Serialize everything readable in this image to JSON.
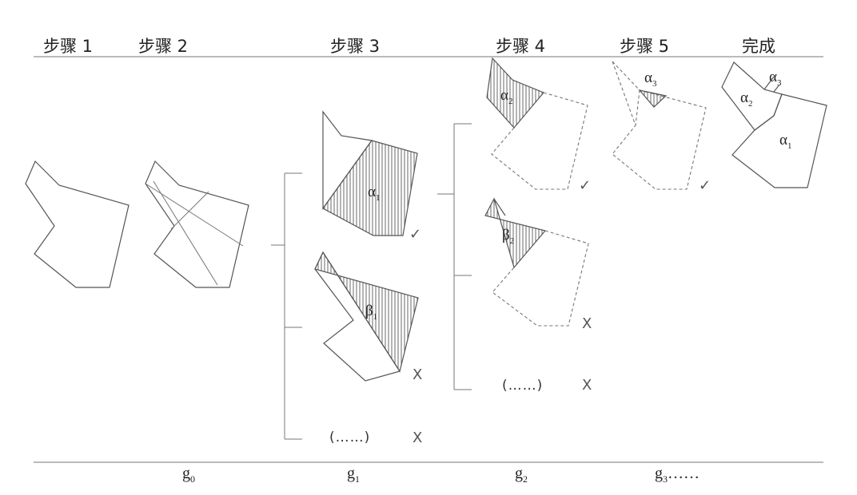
{
  "steps": [
    "步骤 1",
    "步骤 2",
    "步骤 3",
    "步骤 4",
    "步骤 5",
    "完成"
  ],
  "generations": [
    {
      "base": "g",
      "sub": "0",
      "suffix": ""
    },
    {
      "base": "g",
      "sub": "1",
      "suffix": ""
    },
    {
      "base": "g",
      "sub": "2",
      "suffix": ""
    },
    {
      "base": "g",
      "sub": "3",
      "suffix": "……"
    }
  ],
  "labels": {
    "alpha1": {
      "base": "α",
      "sub": "1"
    },
    "alpha2": {
      "base": "α",
      "sub": "2"
    },
    "alpha3": {
      "base": "α",
      "sub": "3"
    },
    "beta1": {
      "base": "β",
      "sub": "1"
    },
    "beta2": {
      "base": "β",
      "sub": "2"
    }
  },
  "marks": {
    "check": "✓",
    "cross": "X",
    "ellipsis": "(……)"
  },
  "colors": {
    "line": "#555555",
    "hatch": "#777777",
    "rule": "#777777"
  }
}
